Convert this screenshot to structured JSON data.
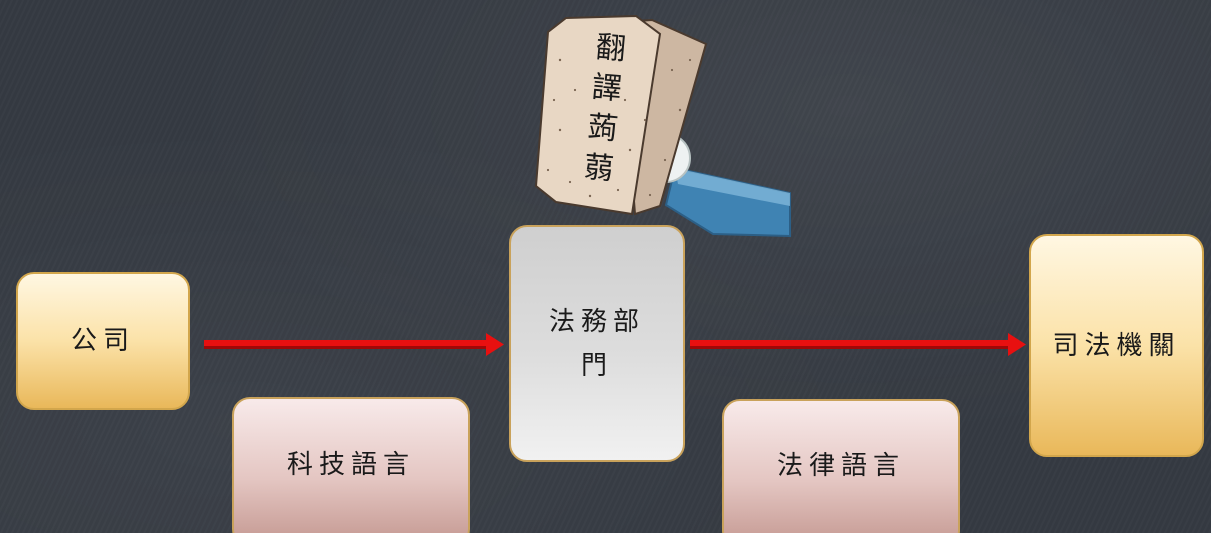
{
  "nodes": {
    "company": "公司",
    "legal_dept": "法務部門",
    "court": "司法機關"
  },
  "edge_labels": {
    "tech_language": "科技語言",
    "legal_language": "法律語言"
  },
  "stamp": {
    "text": "翻譯蒟蒻",
    "icon": "translation-konjac-icon"
  },
  "colors": {
    "background": "#353a42",
    "arrow": "#e81010",
    "node_gold": "#fbe2a8",
    "node_rose": "#e4c6c2",
    "node_gray": "#dddddd"
  }
}
